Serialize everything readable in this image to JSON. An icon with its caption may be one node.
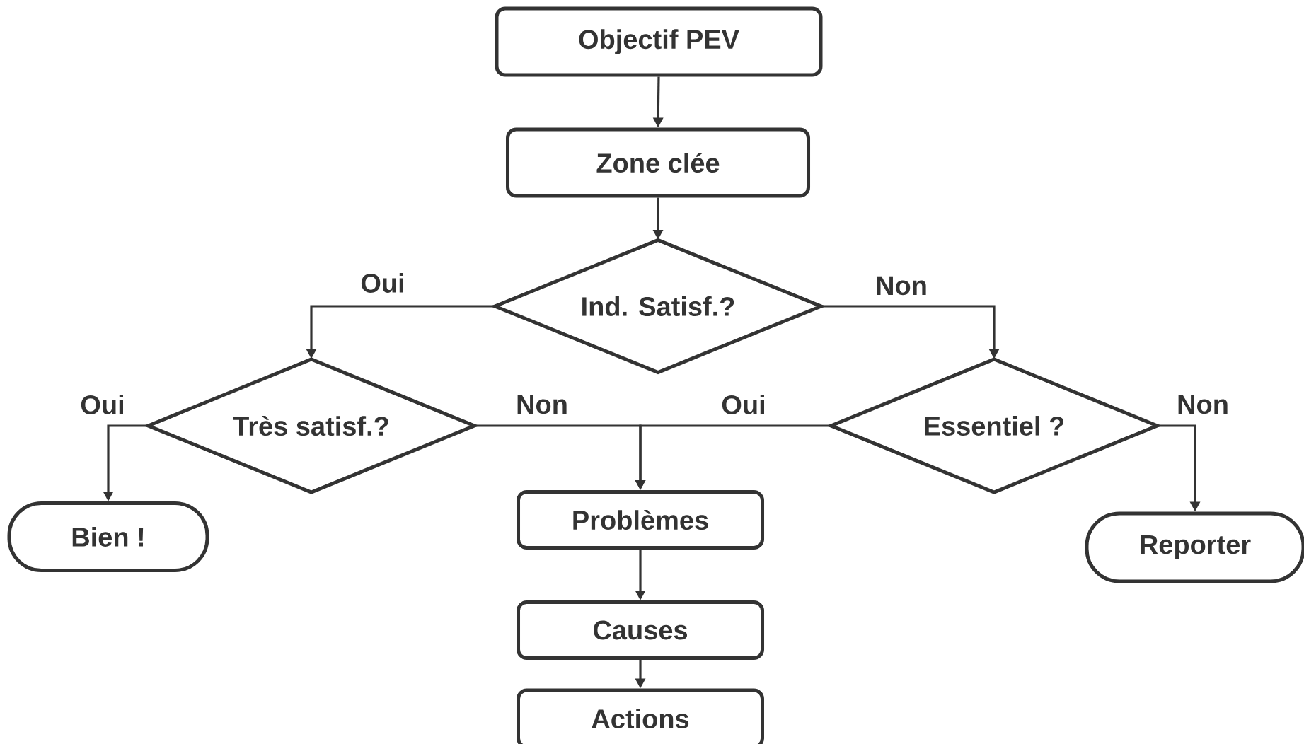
{
  "diagram": {
    "nodes": [
      {
        "text": [
          "Objectif PEV"
        ]
      },
      {
        "text": [
          "Zone clée"
        ]
      },
      {
        "text": [
          "Ind. Satisf.?"
        ]
      },
      {
        "text": [
          "Très satisf.?"
        ]
      },
      {
        "text": [
          "Essentiel ?"
        ]
      },
      {
        "text": [
          "Bien !"
        ]
      },
      {
        "text": [
          "Problèmes"
        ]
      },
      {
        "text": [
          "Causes"
        ]
      },
      {
        "text": [
          "Actions"
        ]
      },
      {
        "text": [
          "Reporter"
        ]
      }
    ],
    "edges": [
      {
        "from": 0,
        "to": 1,
        "arrow": "to"
      },
      {
        "from": 1,
        "to": 2,
        "arrow": "to"
      },
      {
        "from": 2,
        "to": 3,
        "arrow": "to",
        "label": "Oui"
      },
      {
        "from": 2,
        "to": 4,
        "arrow": "to",
        "label": "Non"
      },
      {
        "from": 3,
        "to": 5,
        "arrow": "to",
        "label": "Oui"
      },
      {
        "from": 3,
        "to": 6,
        "arrow": "to",
        "label": "Non"
      },
      {
        "from": 4,
        "to": 6,
        "arrow": "to",
        "label": "Oui"
      },
      {
        "from": 4,
        "to": 9,
        "arrow": "to",
        "label": "Non"
      },
      {
        "from": 6,
        "to": 7,
        "arrow": "to"
      },
      {
        "from": 7,
        "to": 8,
        "arrow": "to"
      }
    ]
  }
}
